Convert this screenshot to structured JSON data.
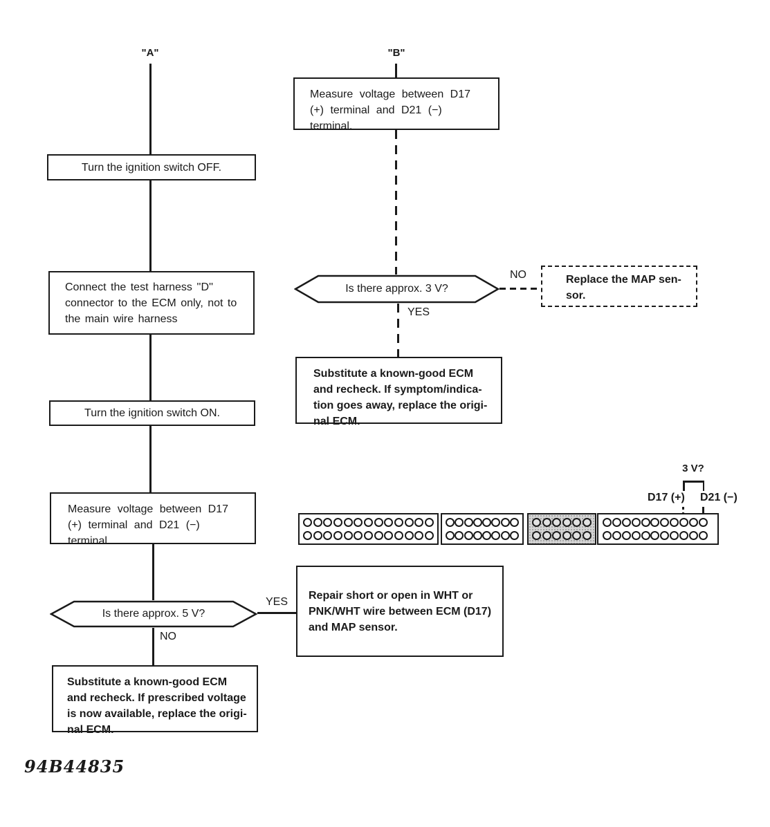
{
  "flowchart": {
    "col_a": {
      "label": "\"A\"",
      "box_ignition_off": "Turn the ignition switch OFF.",
      "box_connect_harness": "Connect the test harness ''D''\nconnector to the ECM only, not to\nthe main wire harness",
      "box_ignition_on": "Turn the ignition switch ON.",
      "box_measure_voltage": "Measure voltage between D17\n(+) terminal and D21 (−)\nterminal.",
      "decision_5v": {
        "question": "Is there approx. 5 V?",
        "yes": "YES",
        "no": "NO"
      },
      "box_substitute_ecm": "Substitute a known-good ECM\nand recheck. If prescribed voltage\nis now available, replace the origi-\nnal ECM."
    },
    "col_b": {
      "label": "\"B\"",
      "box_measure_voltage": "Measure voltage between D17\n(+) terminal and D21 (−)\nterminal.",
      "decision_3v": {
        "question": "Is there approx. 3 V?",
        "yes": "YES",
        "no": "NO"
      },
      "box_replace_map_sensor": "Replace the MAP sen-\nsor.",
      "box_substitute_ecm": "Substitute a known-good ECM\nand recheck. If symptom/indica-\ntion goes away, replace the origi-\nnal ECM.",
      "box_repair_wire": "Repair short or open in WHT or\nPNK/WHT wire between ECM (D17)\nand MAP sensor."
    },
    "connector": {
      "voltage_label": "3 V?",
      "pin_label_positive": "D17 (+)",
      "pin_label_negative": "D21 (−)",
      "sections": [
        {
          "pins_per_row": 13,
          "rows": 2,
          "shaded": false
        },
        {
          "pins_per_row": 8,
          "rows": 2,
          "shaded": false
        },
        {
          "pins_per_row": 6,
          "rows": 2,
          "shaded": true
        },
        {
          "pins_per_row": 11,
          "rows": 2,
          "shaded": false
        }
      ],
      "probe_d17": {
        "section": 4,
        "row": "top",
        "pin_index": 9,
        "line_style": "dashed"
      },
      "probe_d21": {
        "section": 4,
        "row": "top",
        "pin_index": 11,
        "line_style": "solid"
      }
    },
    "colors": {
      "ink": "#1a1a1a",
      "paper": "#ffffff",
      "shaded_section": "#d4d4d4"
    }
  },
  "footer": {
    "code_number": "94B44835"
  }
}
